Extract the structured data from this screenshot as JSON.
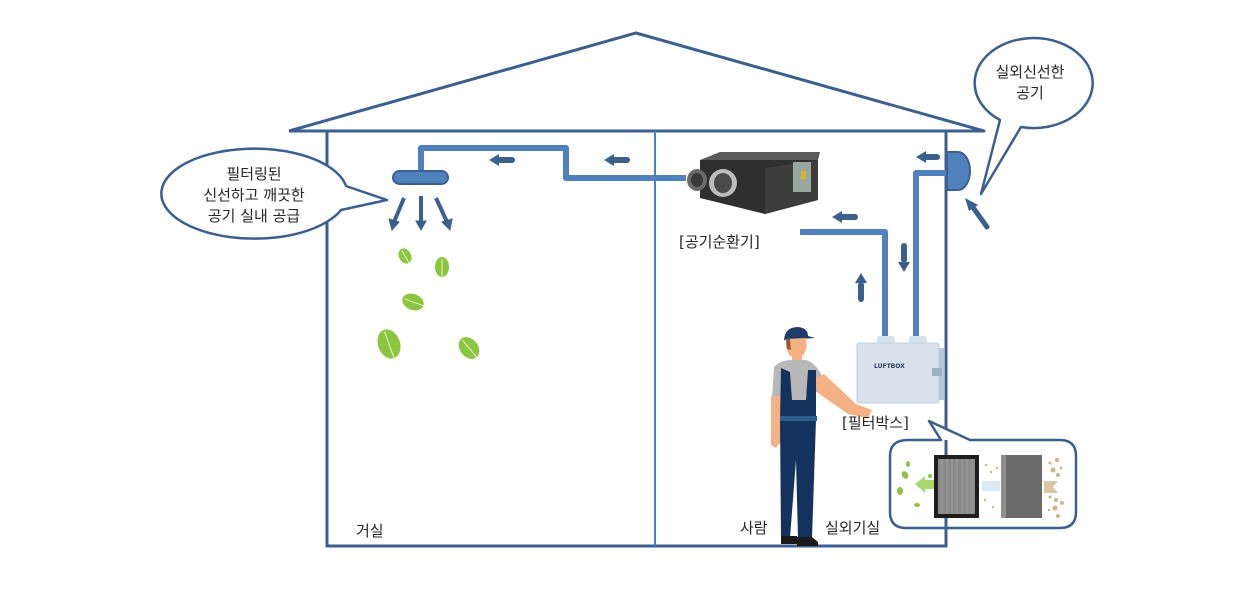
{
  "diagram": {
    "title": "Ventilation system with filter box",
    "colors": {
      "house_outline": "#3b5f8e",
      "duct": "#4f81bd",
      "arrow": "#3b5f8e",
      "leaf": "#8cc63f",
      "worker_overalls": "#13325e",
      "worker_shirt": "#b8b8b8",
      "worker_skin": "#f4b183"
    },
    "bubbles": {
      "indoor_supply": {
        "lines": [
          "필터링된",
          "신선하고 깨끗한",
          "공기 실내 공급"
        ]
      },
      "outdoor_air": {
        "lines": [
          "실외신선한",
          "공기"
        ]
      }
    },
    "labels": {
      "ventilator": "[공기순환기]",
      "filter_box": "[필터박스]",
      "living_room": "거실",
      "person": "사람",
      "outdoor_unit_room": "실외기실"
    },
    "devices": {
      "filter_box_brand": "LUFTBOX"
    },
    "icons": {
      "diffuser": "ceiling-diffuser-icon",
      "ventilator": "air-ventilator-unit-icon",
      "filter_box": "filter-box-unit-icon",
      "wall_vent": "wall-vent-cap-icon",
      "leaf": "leaf-icon",
      "worker": "worker-icon",
      "filter_detail": "filter-layers-icon"
    }
  }
}
